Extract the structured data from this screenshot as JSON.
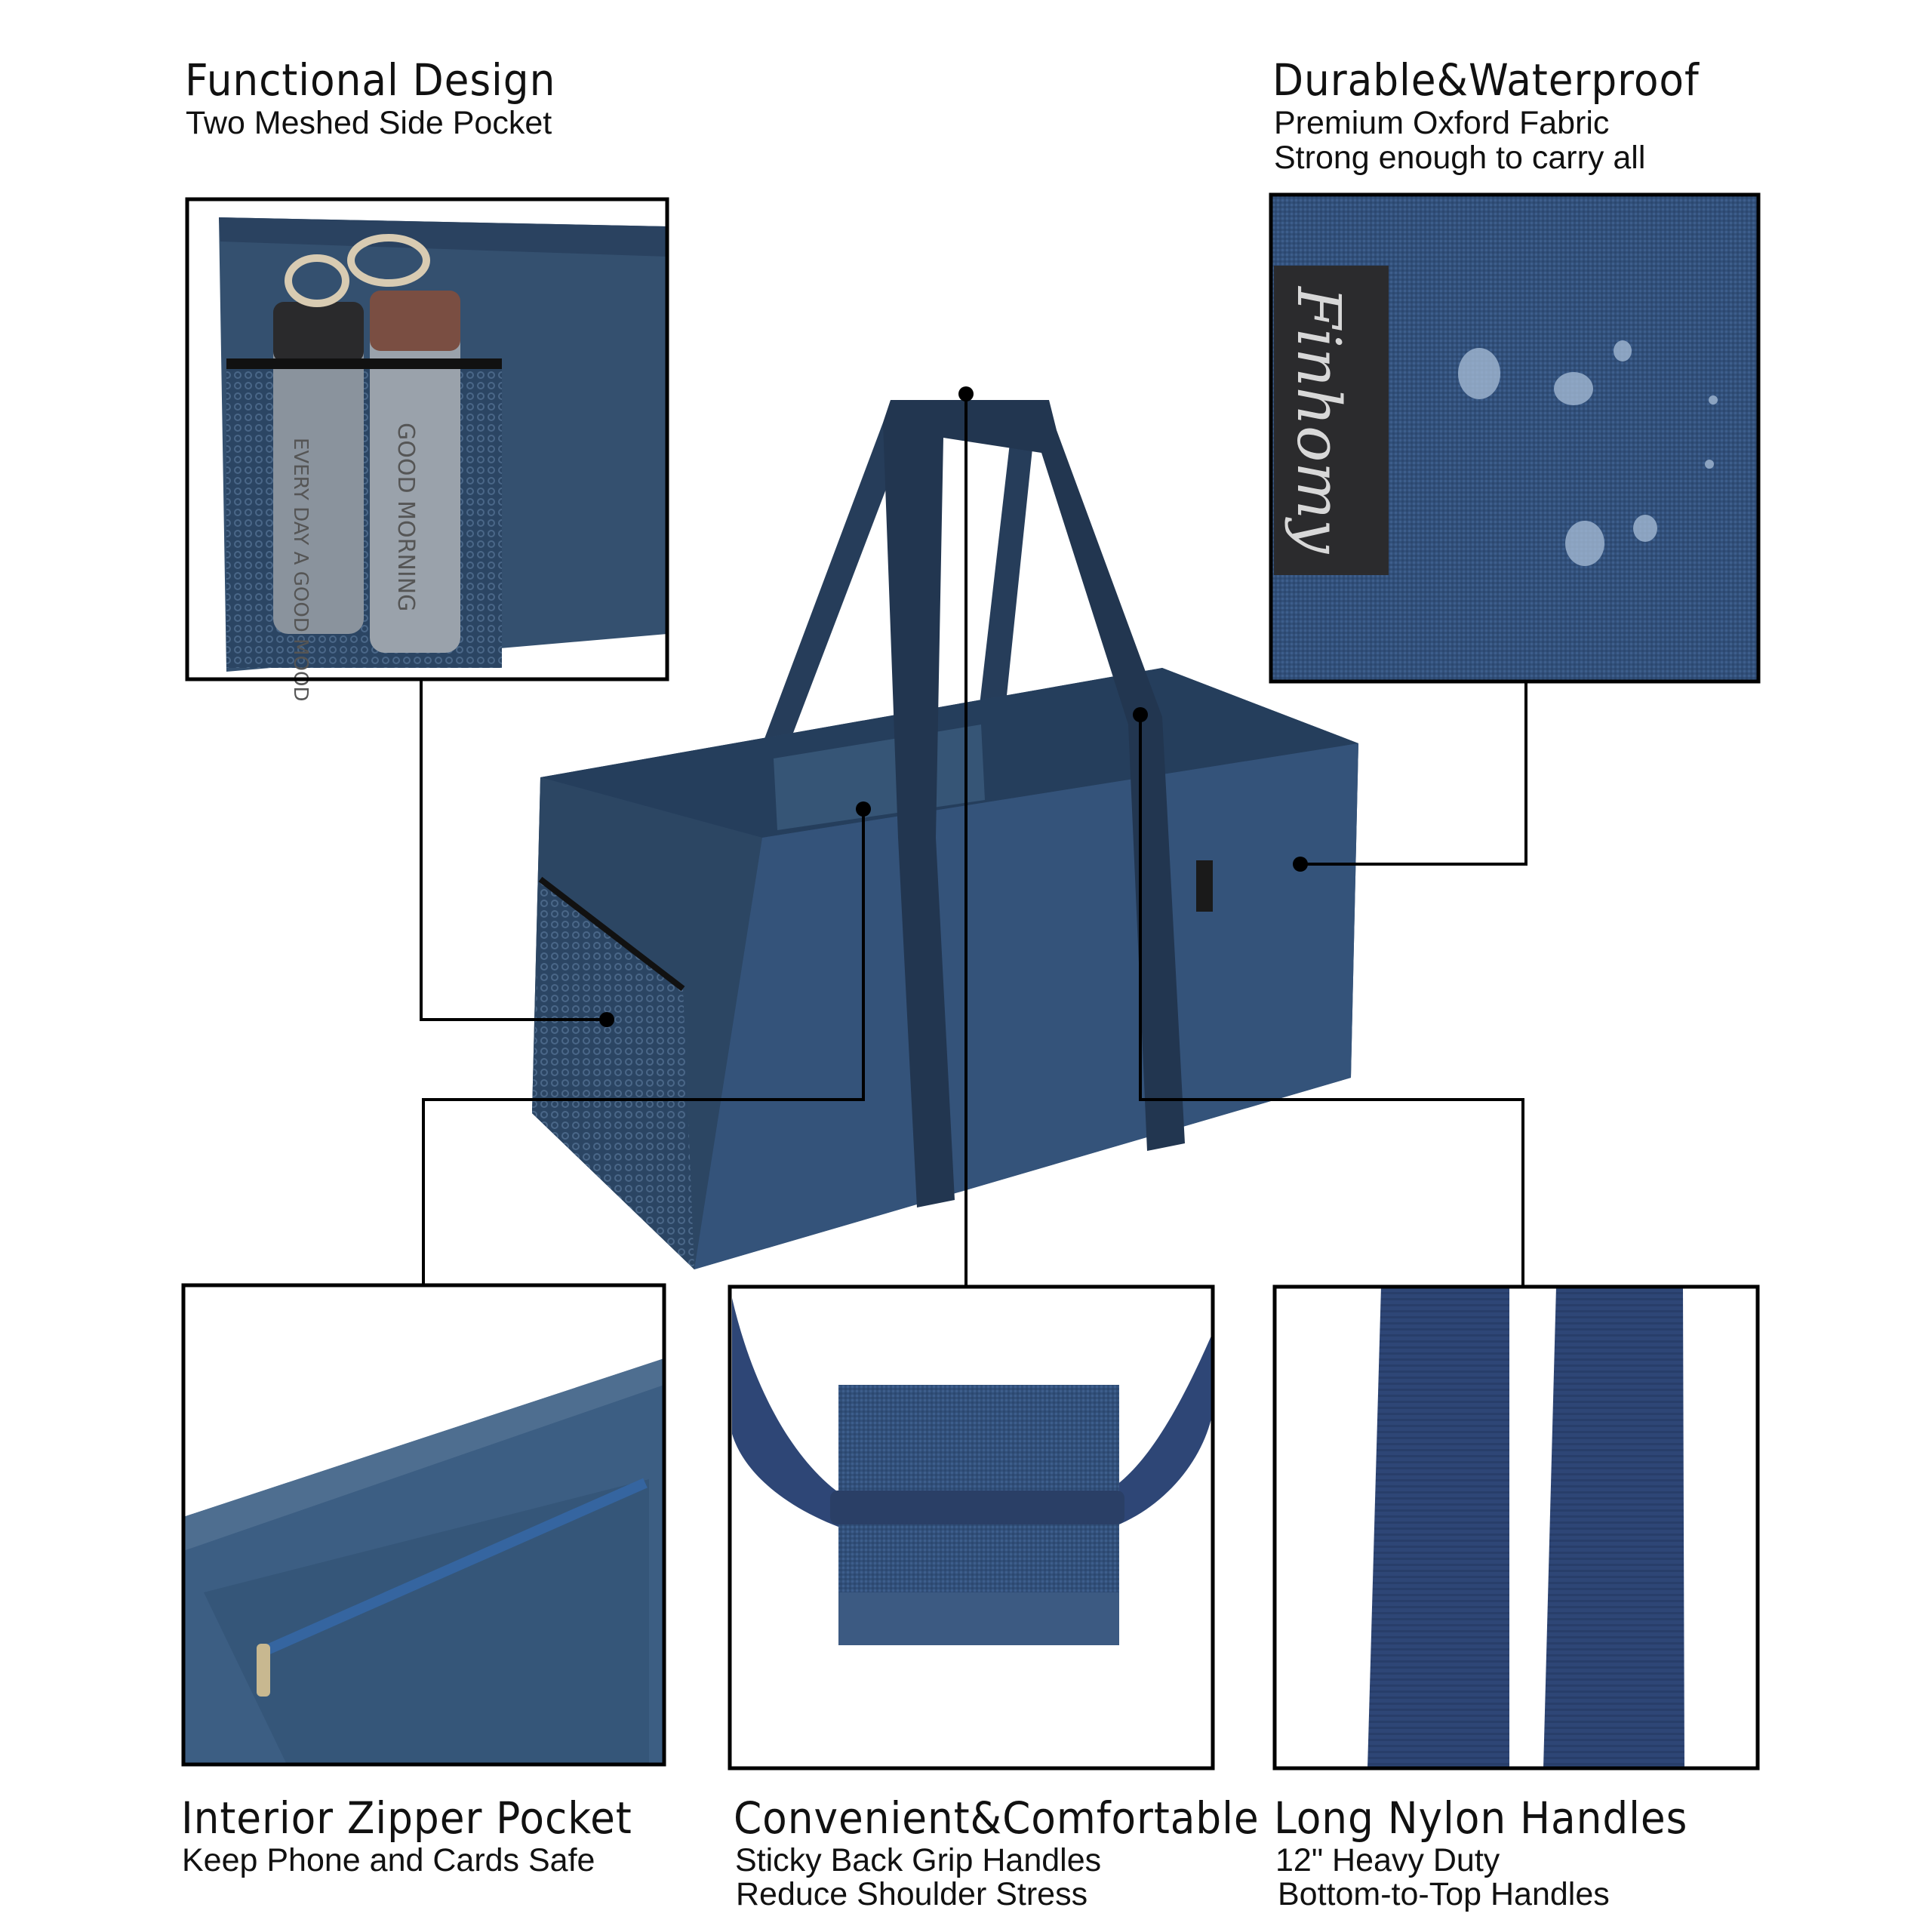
{
  "features": [
    {
      "title": "Functional Design",
      "lines": [
        "Two Meshed Side Pocket"
      ]
    },
    {
      "title": "Durable&Waterproof",
      "lines": [
        "Premium Oxford Fabric",
        "Strong enough to carry all"
      ]
    },
    {
      "title": "Interior Zipper Pocket",
      "lines": [
        "Keep Phone and Cards Safe"
      ]
    },
    {
      "title": "Convenient&Comfortable",
      "lines": [
        "Sticky Back Grip Handles",
        "Reduce Shoulder Stress"
      ]
    },
    {
      "title": "Long Nylon Handles",
      "lines": [
        "12\" Heavy Duty",
        "Bottom-to-Top Handles"
      ]
    }
  ],
  "brand_label": "Finhomy",
  "bottle_texts": [
    "EVERY DAY A GOOD MOOD",
    "GOOD MORNING"
  ],
  "colors": {
    "fabric": "#2f4a6b",
    "strap": "#223650",
    "lining": "#3a5878",
    "line": "#000000"
  }
}
